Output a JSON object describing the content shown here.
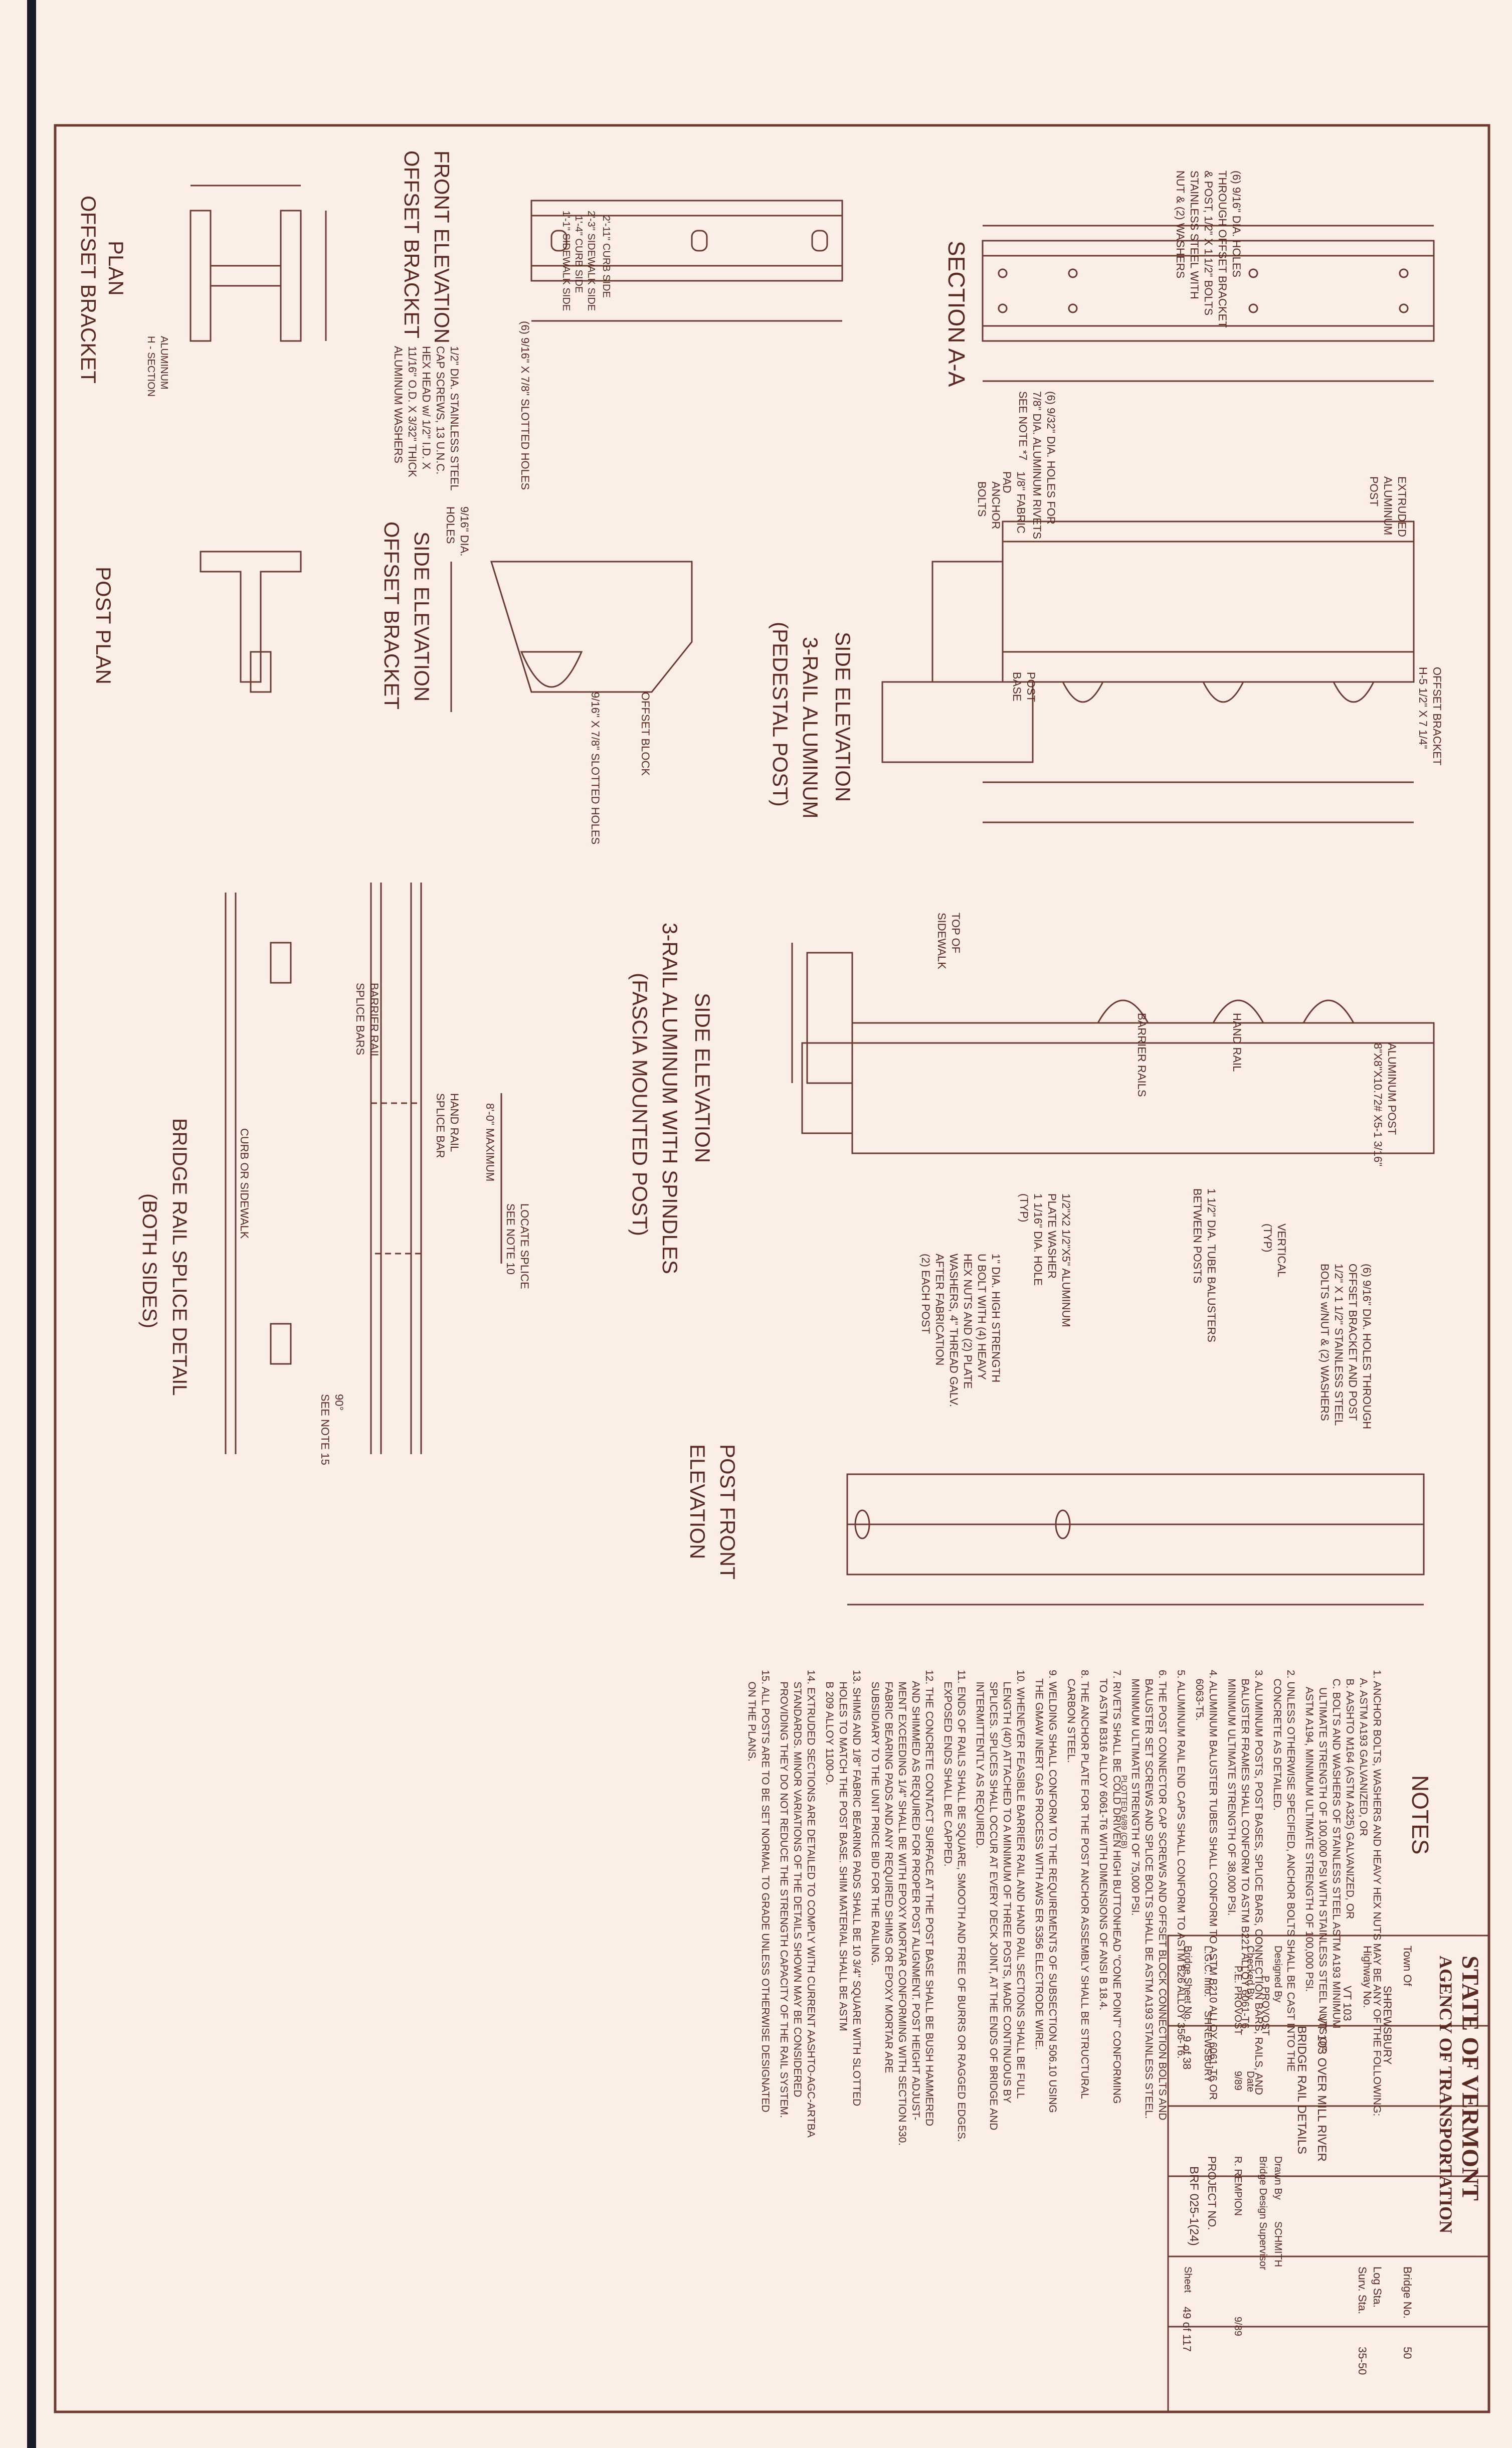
{
  "titles": {
    "section_aa": "SECTION A-A",
    "front_elev": "FRONT ELEVATION",
    "front_elev_sub": "OFFSET BRACKET",
    "plan": "PLAN",
    "plan_sub": "OFFSET BRACKET",
    "side_elev_bracket": "SIDE ELEVATION",
    "side_elev_bracket_sub": "OFFSET BRACKET",
    "post_plan": "POST PLAN",
    "side_elev_3rail": "SIDE ELEVATION",
    "side_elev_3rail_l2": "3-RAIL ALUMINUM",
    "side_elev_3rail_l3": "(PEDESTAL POST)",
    "side_elev_fascia": "SIDE ELEVATION",
    "side_elev_fascia_l2": "3-RAIL ALUMINUM WITH SPINDLES",
    "side_elev_fascia_l3": "(FASCIA MOUNTED POST)",
    "post_front": "POST FRONT",
    "post_front_sub": "ELEVATION",
    "splice": "BRIDGE RAIL SPLICE DETAIL",
    "splice_sub": "(BOTH SIDES)"
  },
  "callouts": {
    "holes_aa": "(6) 9/16\" DIA. HOLES\nTHROUGH OFFSET BRACKET\n& POST, 1/2\" X 1 1/2\" BOLTS\nSTAINLESS STEEL WITH\nNUT & (2) WASHERS",
    "rivets": "(6) 9/32\" DIA. HOLES FOR\n7/8\" DIA. ALUMINUM RIVETS\nSEE NOTE *7",
    "extruded_post": "EXTRUDED\nALUMINUM\nPOST",
    "fabric_pad": "1/8\" FABRIC\nPAD",
    "anchor_bolts": "ANCHOR\nBOLTS",
    "post_base": "POST\nBASE",
    "offset_bracket": "OFFSET BRACKET\nH-5 1/2\" X 7 1/4\"",
    "slotted_holes": "(6) 9/16\" X 7/8\" SLOTTED HOLES",
    "cap_screws": "1/2\" DIA. STAINLESS STEEL\nCAP SCREWS, 13 U.N.C.\nHEX HEAD w/ 1/2\" I.D. X\n11/16\" O.D. X 3/32\" THICK\nALUMINUM WASHERS",
    "curb_side": "2'-11\" CURB SIDE",
    "sidewalk_side": "2'-3\" SIDEWALK SIDE",
    "curb_side2": "1'-4\" CURB SIDE",
    "sidewalk_side2": "1'-1\" SIDEWALK SIDE",
    "h_section": "ALUMINUM\nH - SECTION",
    "offset_block": "OFFSET BLOCK",
    "slotted_holes2": "9/16\" X 7/8\" SLOTTED HOLES",
    "holes_dia": "9/16\" DIA.\nHOLES",
    "top_sidewalk": "TOP OF\nSIDEWALK",
    "barrier_rails": "BARRIER RAILS",
    "hand_rail": "HAND RAIL",
    "aluminum_post": "ALUMINUM POST\n8\"X8\"X10.72# X5-1 3/16\"",
    "vertical": "VERTICAL\n(TYP)",
    "balusters": "1 1/2\" DIA. TUBE BALUSTERS\nBETWEEN POSTS",
    "plate_washer": "1/2\"X2 1/2\"X5\" ALUMINUM\nPLATE WASHER\n1 1/16\" DIA. HOLE\n(TYP)",
    "u_bolt": "1\" DIA. HIGH STRENGTH\nU BOLT WITH (4) HEAVY\nHEX NUTS AND (2) PLATE\nWASHERS, 4\" THREAD GALV.\nAFTER FABRICATION\n(2) EACH POST",
    "holes_pf": "(6) 9/16\" DIA. HOLES THROUGH\nOFFSET BRACKET AND POST\n1/2\" X 1 1/2\" STAINLESS STEEL\nBOLTS w/NUT & (2) WASHERS",
    "locate_splice": "LOCATE SPLICE\nSEE NOTE 10",
    "max": "8'-0\" MAXIMUM",
    "hand_rail_splice": "HAND RAIL\nSPLICE BAR",
    "barrier_splice": "BARRIER RAIL\nSPLICE BARS",
    "curb": "CURB OR SIDEWALK",
    "see_note_15": "90°\nSEE NOTE 15"
  },
  "notes": {
    "heading": "NOTES",
    "items": [
      "1. ANCHOR BOLTS, WASHERS AND HEAVY HEX NUTS MAY BE ANY OF THE FOLLOWING:\n   A. ASTM A193 GALVANIZED, OR\n   B. AASHTO M164 (ASTM A325) GALVANIZED, OR\n   C. BOLTS AND WASHERS OF STAINLESS STEEL ASTM A193 MINIMUM\n      ULTIMATE STRENGTH OF 100,000 PSI WITH STAINLESS STEEL NUTS OF\n      ASTM A194, MINIMUM ULTIMATE STRENGTH OF 100,000 PSI.",
      "2. UNLESS OTHERWISE SPECIFIED, ANCHOR BOLTS SHALL BE CAST INTO THE\n   CONCRETE AS DETAILED.",
      "3. ALUMINUM POSTS, POST BASES, SPLICE BARS, CONNECTION BARS, RAILS, AND\n   BALUSTER FRAMES SHALL CONFORM TO ASTM B221 ALLOY 6061-T6.\n   MINIMUM ULTIMATE STRENGTH OF 38,000 PSI.",
      "4. ALUMINUM BALUSTER TUBES SHALL CONFORM TO ASTM B210 ALLOY 6061-T6 OR\n   6063-T5.",
      "5. ALUMINUM RAIL END CAPS SHALL CONFORM TO ASTM B26 ALLOY 356-T6.",
      "6. THE POST CONNECTOR CAP SCREWS AND OFFSET BLOCK CONNECTION BOLTS AND\n   BALUSTER SET SCREWS AND SPLICE BOLTS SHALL BE ASTM A193 STAINLESS STEEL.\n   MINIMUM ULTIMATE STRENGTH OF 75,000 PSI.",
      "7. RIVETS SHALL BE COLD DRIVEN HIGH BUTTONHEAD \"CONE POINT\" CONFORMING\n   TO ASTM B316 ALLOY 6061-T6 WITH DIMENSIONS OF ANSI B 18.4.",
      "8. THE ANCHOR PLATE FOR THE POST ANCHOR ASSEMBLY SHALL BE STRUCTURAL\n   CARBON STEEL.",
      "9. WELDING SHALL CONFORM TO THE REQUIREMENTS OF SUBSECTION 506.10 USING\n   THE GMAW INERT GAS PROCESS WITH AWS ER 5356 ELECTRODE WIRE.",
      "10. WHENEVER FEASIBLE BARRIER RAIL AND HAND RAIL SECTIONS SHALL BE FULL\n    LENGTH (40') ATTACHED TO A MINIMUM OF THREE POSTS, MADE CONTINUOUS BY\n    SPLICES. SPLICES SHALL OCCUR AT EVERY DECK JOINT, AT THE ENDS OF BRIDGE AND\n    INTERMITTENTLY AS REQUIRED.",
      "11. ENDS OF RAILS SHALL BE SQUARE, SMOOTH AND FREE OF BURRS OR RAGGED EDGES.\n    EXPOSED ENDS SHALL BE CAPPED.",
      "12. THE CONCRETE CONTACT SURFACE AT THE POST BASE SHALL BE BUSH HAMMERED\n    AND SHIMMED AS REQUIRED FOR PROPER POST ALIGNMENT. POST HEIGHT ADJUST-\n    MENT EXCEEDING 1/4\" SHALL BE WITH EPOXY MORTAR CONFORMING WITH SECTION 530.\n    FABRIC BEARING PADS AND ANY REQUIRED SHIMS OR EPOXY MORTAR ARE\n    SUBSIDIARY TO THE UNIT PRICE BID FOR THE RAILING.",
      "13. SHIMS AND 1/8\" FABRIC BEARING PADS SHALL BE 10 3/4\" SQUARE WITH SLOTTED\n    HOLES TO MATCH THE POST BASE. SHIM MATERIAL SHALL BE ASTM\n    B 209 ALLOY 1100-O.",
      "14. EXTRUDED SECTIONS ARE DETAILED TO COMPLY WITH CURRENT AASHTO-AGC-ARTBA\n    STANDARDS. MINOR VARIATIONS OF THE DETAILS SHOWN MAY BE CONSIDERED\n    PROVIDING THEY DO NOT REDUCE THE STRENGTH CAPACITY OF THE RAIL SYSTEM.",
      "15. ALL POSTS ARE TO BE SET NORMAL TO GRADE UNLESS OTHERWISE DESIGNATED\n    ON THE PLANS."
    ]
  },
  "title_block": {
    "state": "STATE OF VERMONT",
    "agency": "AGENCY OF TRANSPORTATION",
    "town_label": "Town Of",
    "town": "SHREWSBURY",
    "bridge_no_label": "Bridge No.",
    "bridge_no": "50",
    "highway_label": "Highway No.",
    "highway": "VT 103",
    "log_sta_label": "Log Sta.",
    "surv_sta_label": "Surv. Sta.",
    "surv_sta": "35-50",
    "project_desc": "VT 103 OVER MILL RIVER",
    "sheet_desc": "BRIDGE RAIL DETAILS",
    "designed_label": "Designed By",
    "designed": "P. PROVOST",
    "drawn_label": "Drawn By",
    "drawn": "SCHMITH",
    "checked_label": "Checked By",
    "checked": "P.E. PROVOST",
    "date_label": "Date",
    "date1": "9/89",
    "supervisor_label": "Bridge Design Supervisor",
    "supervisor": "R. REMPION",
    "date2": "9/89",
    "project_no_label": "PROJECT NO.",
    "project_no": "BRF 025-1(24)",
    "lgc_label": "L.G.C. Info.",
    "lgc": "SHREWSBURY",
    "bridge_sheet_label": "Bridge Sheet No.",
    "bridge_sheet": "9 of 38",
    "sheet_label": "Sheet",
    "sheet": "49 of 117",
    "plotted": "PLOTTED 6/89 (CB)"
  }
}
